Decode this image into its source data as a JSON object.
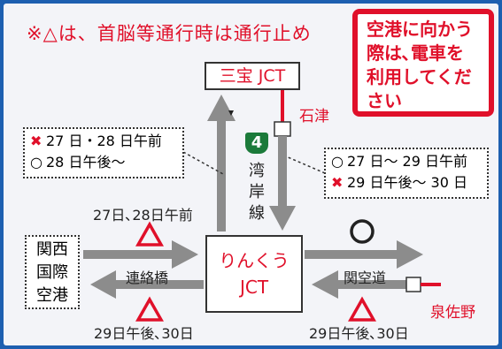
{
  "notice": "※△は、首脳等通行時は通行止め",
  "callout": "空港に向かう\n際は､電車を\n利用してくだ\nさい",
  "junctions": {
    "sanpo": "三宝 JCT",
    "rinku": "りんくう\nJCT"
  },
  "places": {
    "ishizu": "石津",
    "izumisano": "泉佐野",
    "kansai_airport": "関西\n国際\n空港"
  },
  "roads": {
    "route_number": "4",
    "wangan": "湾岸線",
    "renrakukyo": "連絡橋",
    "kankudo": "関空道"
  },
  "legend_left": {
    "x_line": "27 日・28 日午前",
    "o_line": "28 日午後～"
  },
  "legend_right": {
    "o_line": "27 日～ 29 日午前",
    "x_line": "29 日午後～ 30 日"
  },
  "symbol_labels": {
    "left_upper": "27日､28日午前",
    "left_lower": "29日午後､30日",
    "right_lower": "29日午後､30日"
  },
  "marks": {
    "x": "✖",
    "o": "○"
  },
  "colors": {
    "red": "#e0102a",
    "gray": "#8c8c8c",
    "green": "#1b7a3a",
    "frame": "#1d5fb0"
  }
}
